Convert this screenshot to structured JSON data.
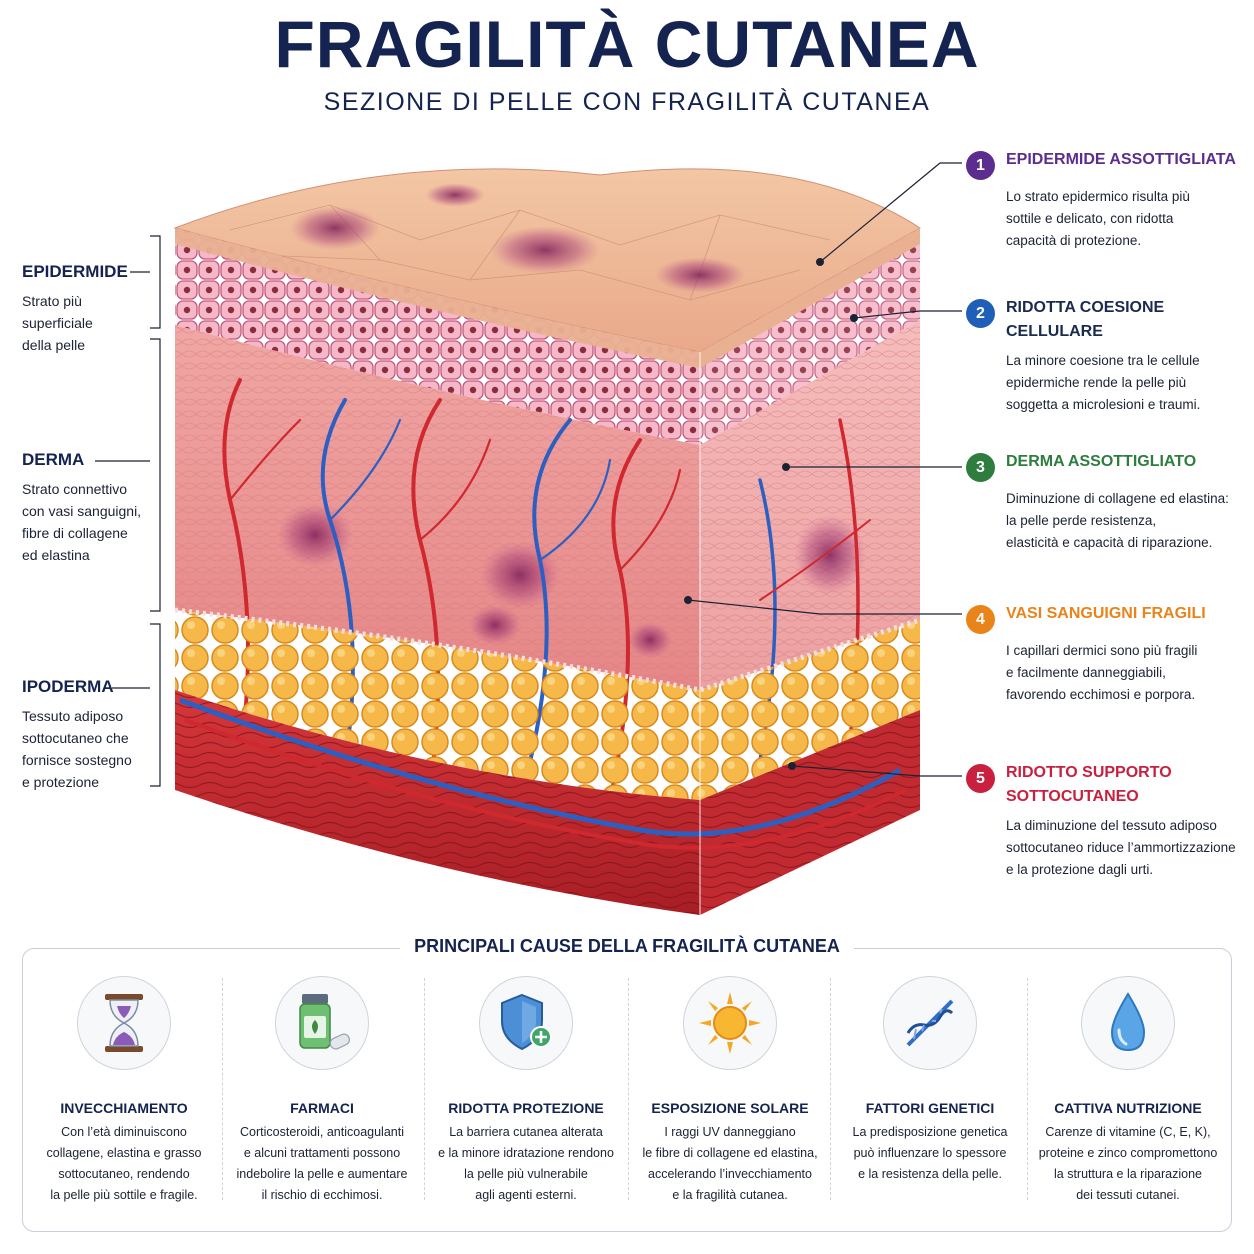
{
  "header": {
    "title": "FRAGILITÀ CUTANEA",
    "subtitle": "SEZIONE DI PELLE CON FRAGILITÀ CUTANEA"
  },
  "layers": [
    {
      "title": "EPIDERMIDE",
      "desc": [
        "Strato più",
        "superficiale",
        "della pelle"
      ]
    },
    {
      "title": "DERMA",
      "desc": [
        "Strato connettivo",
        "con vasi sanguigni,",
        "fibre di collagene",
        "ed elastina"
      ]
    },
    {
      "title": "IPODERMA",
      "desc": [
        "Tessuto adiposo",
        "sottocutaneo che",
        "fornisce sostegno",
        "e protezione"
      ]
    }
  ],
  "callouts": [
    {
      "number": "1",
      "color": "#5b2d8e",
      "title": [
        "EPIDERMIDE ASSOTTIGLIATA"
      ],
      "text": [
        "Lo strato epidermico risulta più",
        "sottile e delicato, con ridotta",
        "capacità di protezione."
      ]
    },
    {
      "number": "2",
      "color": "#1f5fb8",
      "title": [
        "RIDOTTA COESIONE CELLULARE"
      ],
      "text": [
        "La minore coesione tra le cellule",
        "epidermiche rende la pelle più",
        "soggetta a microlesioni e traumi."
      ]
    },
    {
      "number": "3",
      "color": "#2e7d3e",
      "title": [
        "DERMA ASSOTTIGLIATO"
      ],
      "text": [
        "Diminuzione di collagene ed elastina:",
        "la pelle perde resistenza,",
        "elasticità e capacità di riparazione."
      ]
    },
    {
      "number": "4",
      "color": "#e8841a",
      "title": [
        "VASI SANGUIGNI FRAGILI"
      ],
      "text": [
        "I capillari dermici sono più fragili",
        "e facilmente danneggiabili,",
        "favorendo ecchimosi e porpora."
      ]
    },
    {
      "number": "5",
      "color": "#c8203e",
      "title": [
        "RIDOTTO SUPPORTO",
        "SOTTOCUTANEO"
      ],
      "text": [
        "La diminuzione del tessuto adiposo",
        "sottocutaneo riduce l’ammortizzazione",
        "e la protezione dagli urti."
      ]
    }
  ],
  "causes": {
    "title": "PRINCIPALI CAUSE DELLA FRAGILITÀ CUTANEA",
    "items": [
      {
        "icon": "hourglass-icon",
        "title": "INVECCHIAMENTO",
        "text": [
          "Con l’età diminuiscono",
          "collagene, elastina e grasso",
          "sottocutaneo, rendendo",
          "la pelle più sottile e fragile."
        ]
      },
      {
        "icon": "medicine-bottle-icon",
        "title": "FARMACI",
        "text": [
          "Corticosteroidi, anticoagulanti",
          "e alcuni trattamenti possono",
          "indebolire la pelle e aumentare",
          "il rischio di ecchimosi."
        ]
      },
      {
        "icon": "shield-icon",
        "title": "RIDOTTA PROTEZIONE",
        "text": [
          "La barriera cutanea alterata",
          "e la minore idratazione rendono",
          "la pelle più vulnerabile",
          "agli agenti esterni."
        ]
      },
      {
        "icon": "sun-icon",
        "title": "ESPOSIZIONE SOLARE",
        "text": [
          "I raggi UV danneggiano",
          "le fibre di collagene ed elastina,",
          "accelerando l’invecchiamento",
          "e la fragilità cutanea."
        ]
      },
      {
        "icon": "dna-icon",
        "title": "FATTORI GENETICI",
        "text": [
          "La predisposizione genetica",
          "può influenzare lo spessore",
          "e la resistenza della pelle."
        ]
      },
      {
        "icon": "water-drop-icon",
        "title": "CATTIVA NUTRIZIONE",
        "text": [
          "Carenze di vitamine (C, E, K),",
          "proteine e zinco compromettono",
          "la struttura e la riparazione",
          "dei tessuti cutanei."
        ]
      }
    ]
  }
}
